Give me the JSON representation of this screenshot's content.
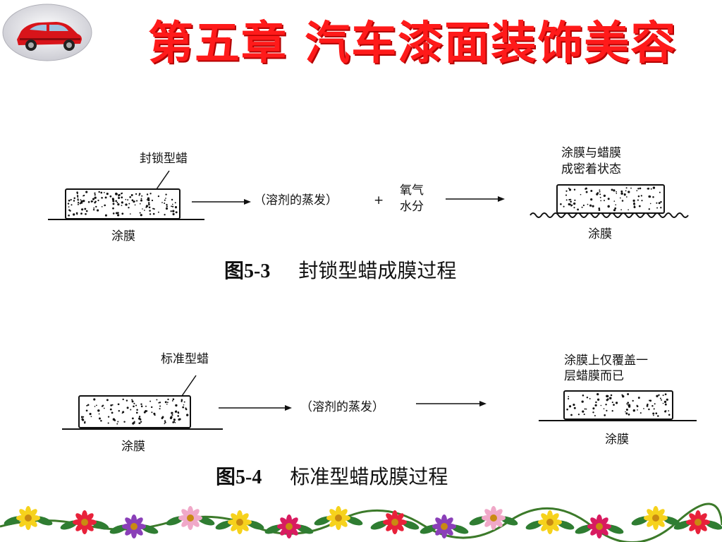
{
  "header": {
    "title": "第五章  汽车漆面装饰美容",
    "logo_icon": "red-sedan-car-icon"
  },
  "figure1": {
    "wax_label": "封锁型蜡",
    "process_label": "（溶剂的蒸发）",
    "plus": "+",
    "additive_lines": [
      "氧气",
      "水分"
    ],
    "result_lines": [
      "涂膜与蜡膜",
      "成密着状态"
    ],
    "film_left": "涂膜",
    "film_right": "涂膜",
    "caption_num": "图5-3",
    "caption_text": "封锁型蜡成膜过程"
  },
  "figure2": {
    "wax_label": "标准型蜡",
    "process_label": "（溶剂的蒸发）",
    "result_lines": [
      "涂膜上仅覆盖一",
      "层蜡膜而已"
    ],
    "film_left": "涂膜",
    "film_right": "涂膜",
    "caption_num": "图5-4",
    "caption_text": "标准型蜡成膜过程"
  },
  "footer": {
    "decoration_icon": "flower-garland-icon"
  },
  "colors": {
    "title_red": "#ff1a1a",
    "ink": "#111111"
  }
}
